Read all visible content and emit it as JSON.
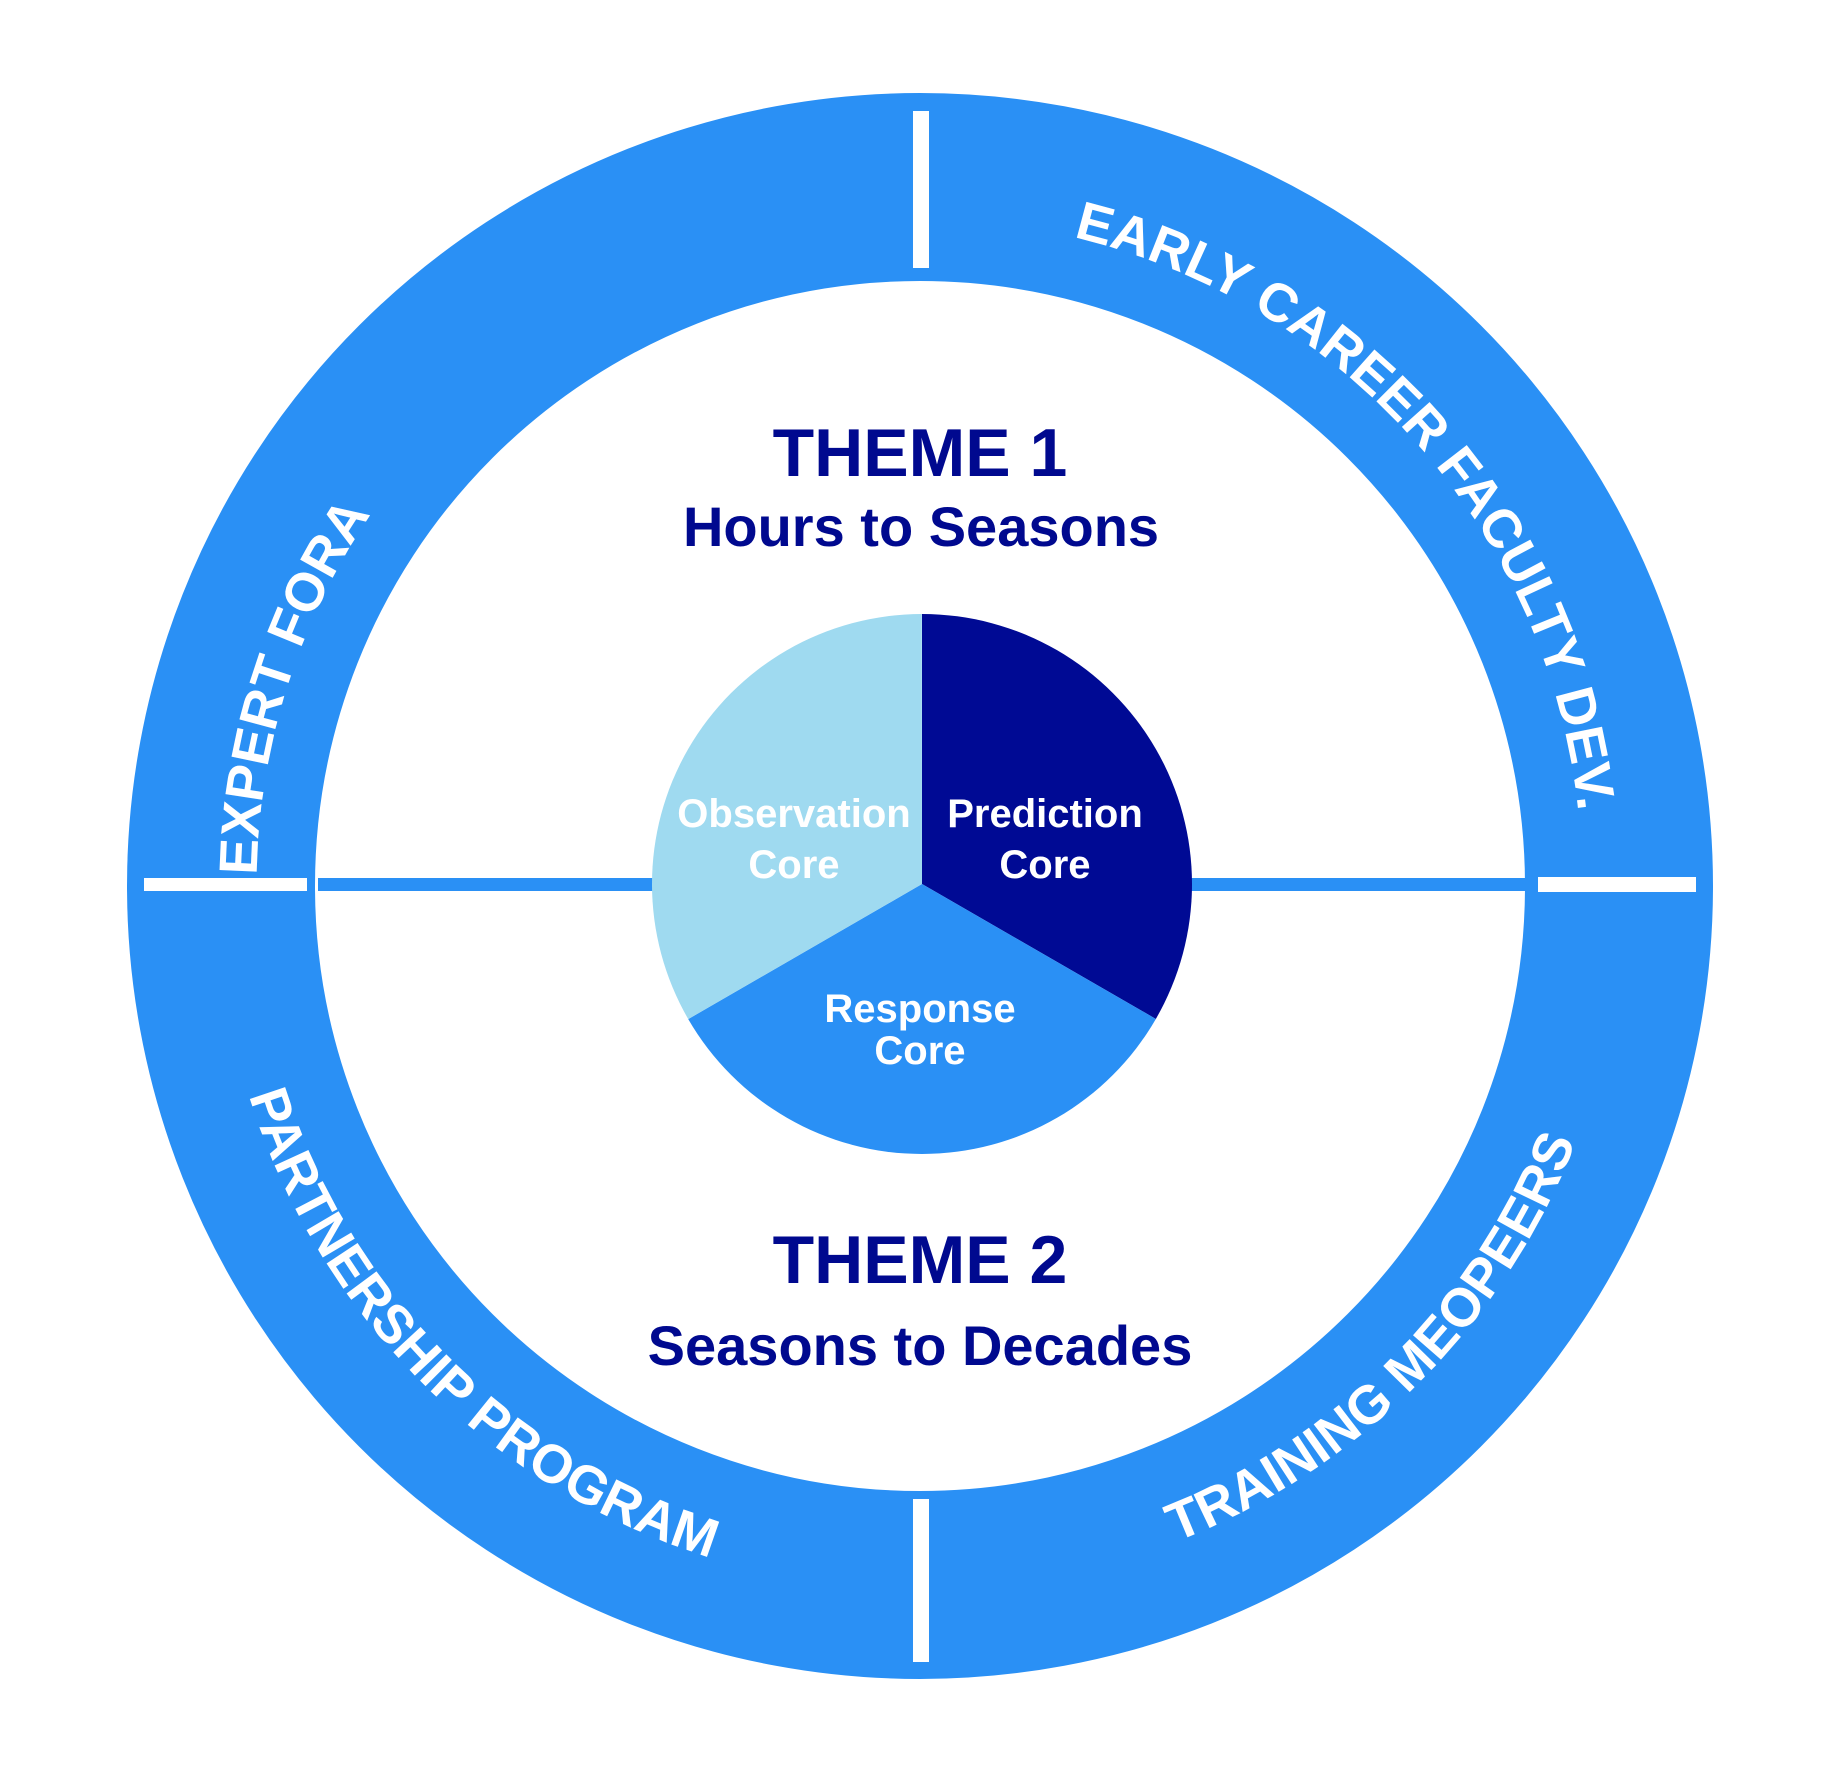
{
  "colors": {
    "ring": "#2A90F5",
    "background": "#FFFFFF",
    "divider": "#FFFFFF",
    "theme_text": "#00098F",
    "observation_core": "#9FDAF0",
    "prediction_core": "#000A94",
    "response_core": "#2A90F5",
    "core_text": "#FFFFFF"
  },
  "ring_labels": [
    {
      "id": "expert-fora",
      "text": "EXPERT FORA",
      "direction": "clockwise",
      "position": "upper-left"
    },
    {
      "id": "early-career",
      "text": "EARLY CAREER FACULTY DEV.",
      "direction": "clockwise",
      "position": "upper-right"
    },
    {
      "id": "partnership",
      "text": "PARTNERSHIP PROGRAM",
      "direction": "counter-clockwise",
      "position": "lower-left"
    },
    {
      "id": "training",
      "text": "TRAINING MEOPEERS",
      "direction": "counter-clockwise",
      "position": "lower-right"
    }
  ],
  "themes": [
    {
      "title": "THEME 1",
      "subtitle": "Hours to Seasons",
      "position": "upper-half"
    },
    {
      "title": "THEME 2",
      "subtitle": "Seasons to Decades",
      "position": "lower-half"
    }
  ],
  "cores": [
    {
      "id": "observation",
      "line1": "Observation",
      "line2": "Core",
      "share": 0.3333
    },
    {
      "id": "prediction",
      "line1": "Prediction",
      "line2": "Core",
      "share": 0.3333
    },
    {
      "id": "response",
      "line1": "Response",
      "line2": "Core",
      "share": 0.3333
    }
  ]
}
